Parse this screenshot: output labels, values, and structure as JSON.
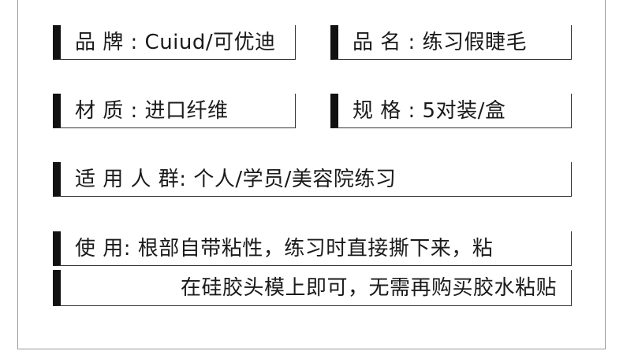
{
  "specs": {
    "brand": "品 牌 : Cuiud/可优迪",
    "name": "品 名 : 练习假睫毛",
    "material": "材 质 : 进口纤维",
    "spec": "规 格 : 5对装/盒",
    "audience": "适 用 人 群: 个人/学员/美容院练习",
    "usage_line1": "使 用: 根部自带粘性，练习时直接撕下来，粘",
    "usage_line2": "在硅胶头模上即可，无需再购买胶水粘贴"
  },
  "colors": {
    "accent_bar": "#111111",
    "border": "#333333",
    "text": "#1a1a1a",
    "background": "#ffffff"
  }
}
